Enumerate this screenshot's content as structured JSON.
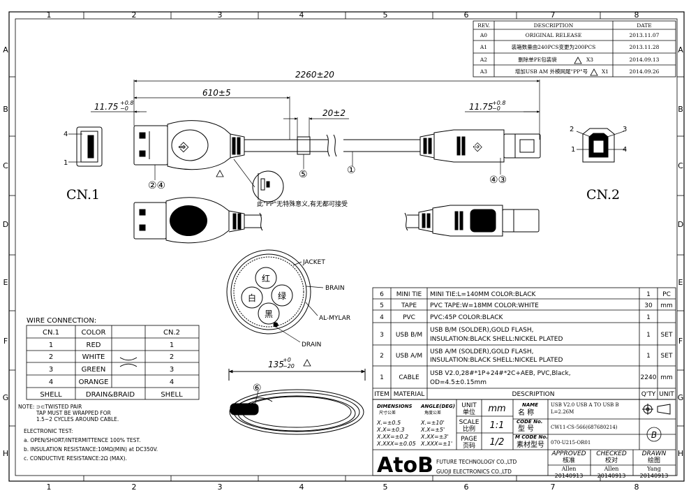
{
  "grid": {
    "cols": [
      "1",
      "2",
      "3",
      "4",
      "5",
      "6",
      "7",
      "8"
    ],
    "rows": [
      "A",
      "B",
      "C",
      "D",
      "E",
      "F",
      "G",
      "H"
    ]
  },
  "revision": {
    "headers": [
      "REV.",
      "DESCRIPTION",
      "DATE"
    ],
    "rows": [
      [
        "A0",
        "ORIGINAL RELEASE",
        "2013.11.07"
      ],
      [
        "A1",
        "装箱数量由240PCS变更为200PCS",
        "2013.11.28"
      ],
      [
        "A2",
        "删除单PE包装袋",
        "X3",
        "2014.09.13"
      ],
      [
        "A3",
        "增加USB AM 外模网尾\"PP\"号",
        "X1",
        "2014.09.26"
      ]
    ]
  },
  "dimensions": {
    "overall": "2260±20",
    "a_to_mold": "610±5",
    "tape": "20±2",
    "left_end": "11.75",
    "right_end": "11.75",
    "tol_up": "+0.8",
    "tol_down": "−0",
    "coil": "135",
    "coil_tol_up": "+0",
    "coil_tol_down": "−20"
  },
  "callouts": {
    "c24": "②④",
    "c5": "⑤",
    "c1": "①",
    "c43": "④③",
    "c6": "⑥"
  },
  "labels": {
    "cn1": "CN.1",
    "cn2": "CN.2",
    "pp_note": "此\"PP\"无特殊意义,有无都可接受",
    "cn1_pin4": "4",
    "cn1_pin1": "1",
    "cn2_pins": [
      "2",
      "3",
      "1",
      "4"
    ]
  },
  "cross_section": {
    "cores": [
      "红",
      "绿",
      "白",
      "黑"
    ],
    "jacket": "JACKET",
    "brain": "BRAIN",
    "almylar": "AL-MYLAR",
    "drain": "DRAIN"
  },
  "wire_connection": {
    "title": "WIRE CONNECTION:",
    "headers": [
      "CN.1",
      "COLOR",
      "",
      "CN.2"
    ],
    "rows": [
      [
        "1",
        "RED",
        "1"
      ],
      [
        "2",
        "WHITE",
        "2"
      ],
      [
        "3",
        "GREEN",
        "3"
      ],
      [
        "4",
        "ORANGE",
        "4"
      ],
      [
        "SHELL",
        "DRAIN&BRAID",
        "SHELL"
      ]
    ]
  },
  "notes": [
    "NOTE: ⊃⊂TWISTED PAIR",
    "TAP MUST BE WRAPPED FOR",
    "1.5~2 CYCLES AROUND CABLE.",
    "ELECTRONIC TEST:",
    "a. OPEN/SHORT/INTERMITTENCE 100% TEST.",
    "b. INSULATION RESISTANCE:10MΩ(MIN) at DC350V.",
    "c. CONDUCTIVE RESISTANCE:2Ω (MAX)."
  ],
  "bom": {
    "rows": [
      [
        "6",
        "MINI TIE",
        "MINI TIE:L=140MM COLOR:BLACK",
        "",
        "1",
        "PC"
      ],
      [
        "5",
        "TAPE",
        "PVC TAPE:W=18MM COLOR:WHITE",
        "",
        "30",
        "mm"
      ],
      [
        "4",
        "PVC",
        "PVC:45P COLOR:BLACK",
        "",
        "1",
        ""
      ],
      [
        "3",
        "USB B/M",
        "USB B/M (SOLDER),GOLD FLASH,",
        "INSULATION:BLACK SHELL:NICKEL PLATED",
        "1",
        "SET"
      ],
      [
        "2",
        "USB A/M",
        "USB A/M (SOLDER),GOLD FLASH,",
        "INSULATION:BLACK SHELL:NICKEL PLATED",
        "1",
        "SET"
      ],
      [
        "1",
        "CABLE",
        "USB V2.0,28#*1P+24#*2C+AEB, PVC,Black,",
        "OD=4.5±0.15mm",
        "2240",
        "mm"
      ]
    ],
    "headers": [
      "ITEM",
      "MATERIAL",
      "DESCRIPTION",
      "Q'TY",
      "UNIT"
    ]
  },
  "title_block": {
    "dim_label": "DIMENSIONS",
    "dim_label_cn": "尺寸公差",
    "angle_label": "ANGLE(DEG)",
    "angle_label_cn": "角度公差",
    "tol_left": [
      "X.=±0.5",
      "X.X=±0.3",
      "X.XX=±0.2",
      "X.XXX=±0.05"
    ],
    "tol_right": [
      "X.=±10'",
      "X.X=±5'",
      "X.XX=±3'",
      "X.XXX=±1'"
    ],
    "unit_label": "UNIT",
    "unit_cn": "单位",
    "unit_val": "mm",
    "scale_label": "SCALE",
    "scale_cn": "比例",
    "scale_val": "1:1",
    "page_label": "PAGE",
    "page_cn": "页码",
    "page_val": "1/2",
    "name_label": "NAME",
    "name_cn": "名 称",
    "name_val": "USB V2.0  USB A TO USB B",
    "name_val2": "L=2.26M",
    "code_label": "CODE No.",
    "code_cn": "型 号",
    "code_val": "CW11-CS-566(687680214)",
    "mcode_label": "M CODE No.",
    "mcode_cn": "素材型号",
    "mcode_val": "070-U215-OR01",
    "rev_val": "B",
    "logo": "AtoB",
    "company1": "FUTURE TECHNOLOGY CO.,LTD",
    "company2": "GUOJI ELECTRONICS CO.,LTD",
    "approved": "APPROVED",
    "approved_cn": "核准",
    "checked": "CHECKED",
    "checked_cn": "校对",
    "drawn": "DRAWN",
    "drawn_cn": "绘图",
    "approved_name": "Allen",
    "approved_date": "20140913",
    "checked_name": "Allen",
    "checked_date": "20140913",
    "drawn_name": "Yang",
    "drawn_date": "20140913"
  }
}
